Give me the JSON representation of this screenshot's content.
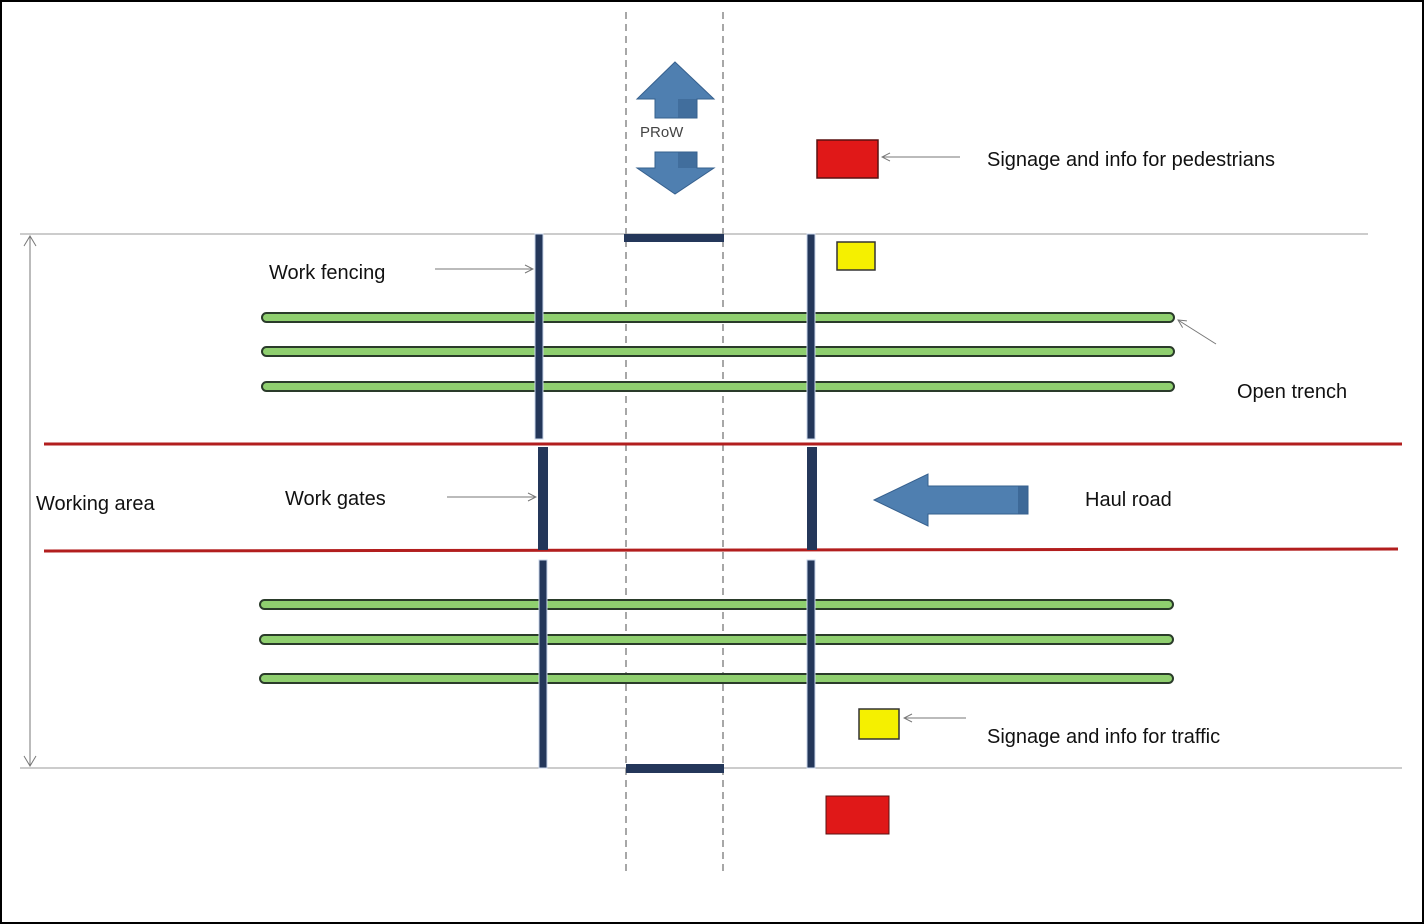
{
  "diagram": {
    "labels": {
      "prow": "PRoW",
      "signage_pedestrians": "Signage and info for pedestrians",
      "work_fencing": "Work fencing",
      "open_trench": "Open trench",
      "working_area": "Working area",
      "work_gates": "Work gates",
      "haul_road": "Haul road",
      "signage_traffic": "Signage and info for traffic"
    },
    "colors": {
      "arrow_blue": "#4f7fb0",
      "arrow_blue_dark": "#36608e",
      "fence_navy": "#24375a",
      "trench_fill": "#8fcf6f",
      "trench_edge": "#2a3b2a",
      "road_red": "#b21e1e",
      "sign_red": "#e01818",
      "sign_yellow": "#f5f000",
      "line_grey": "#777777"
    },
    "icons": [
      "double-arrow-up-icon",
      "double-arrow-down-icon",
      "haul-road-arrow-left-icon"
    ]
  }
}
